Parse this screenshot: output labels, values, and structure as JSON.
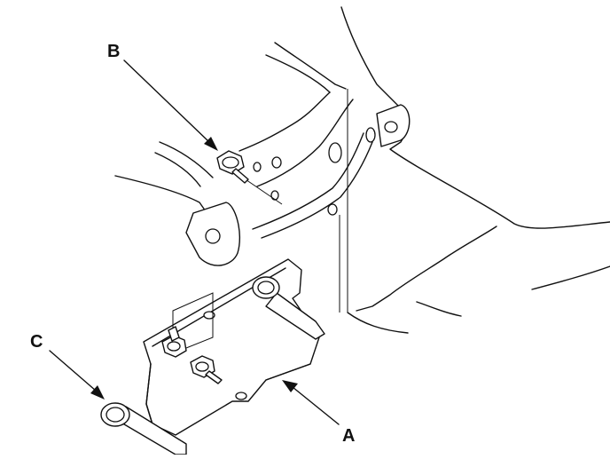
{
  "diagram": {
    "callouts": {
      "a": "A",
      "b": "B",
      "c": "C"
    }
  }
}
